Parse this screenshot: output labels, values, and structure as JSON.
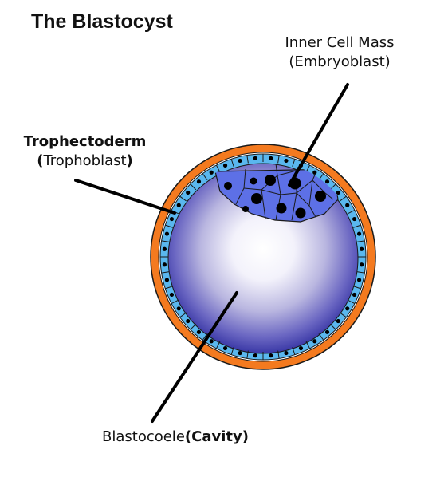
{
  "title": "The Blastocyst",
  "labels": {
    "inner_cell_mass": {
      "line1": "Inner Cell Mass",
      "line2": "(Embryoblast)"
    },
    "trophectoderm": {
      "line1": "Trophectoderm",
      "line2_open": "(",
      "line2_text": "Trophoblast",
      "line2_close": ")"
    },
    "blastocoele": {
      "name": "Blastocoele",
      "paren": "(Cavity)"
    }
  },
  "colors": {
    "outer_ring": "#f47a1f",
    "trophectoderm_cells": "#5ab7ee",
    "inner_cell_mass": "#5d70e6",
    "cavity_center": "#ffffff",
    "cavity_edge": "#3a38a6",
    "nucleus": "#000000",
    "pointer_lines": "#000000"
  }
}
